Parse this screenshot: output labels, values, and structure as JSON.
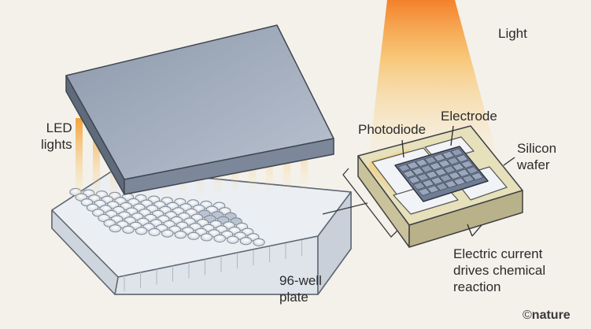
{
  "labels": {
    "light": "Light",
    "led_line1": "LED",
    "led_line2": "lights",
    "electrode": "Electrode",
    "photodiode": "Photodiode",
    "wafer_line1": "Silicon",
    "wafer_line2": "wafer",
    "current_line1": "Electric current",
    "current_line2": "drives chemical",
    "current_line3": "reaction",
    "plate_line1": "96-well",
    "plate_line2": "plate"
  },
  "credit": {
    "symbol": "©",
    "name": "nature"
  },
  "colors": {
    "background": "#f4f1ea",
    "lid_top": "#a7b2c2",
    "lid_side": "#717d8f",
    "plate": "#e7ebf0",
    "wafer_top": "#e4dfb8",
    "wafer_side": "#bdb68e",
    "photodiode": "#7d8ba3",
    "glow": "#f7a733"
  }
}
